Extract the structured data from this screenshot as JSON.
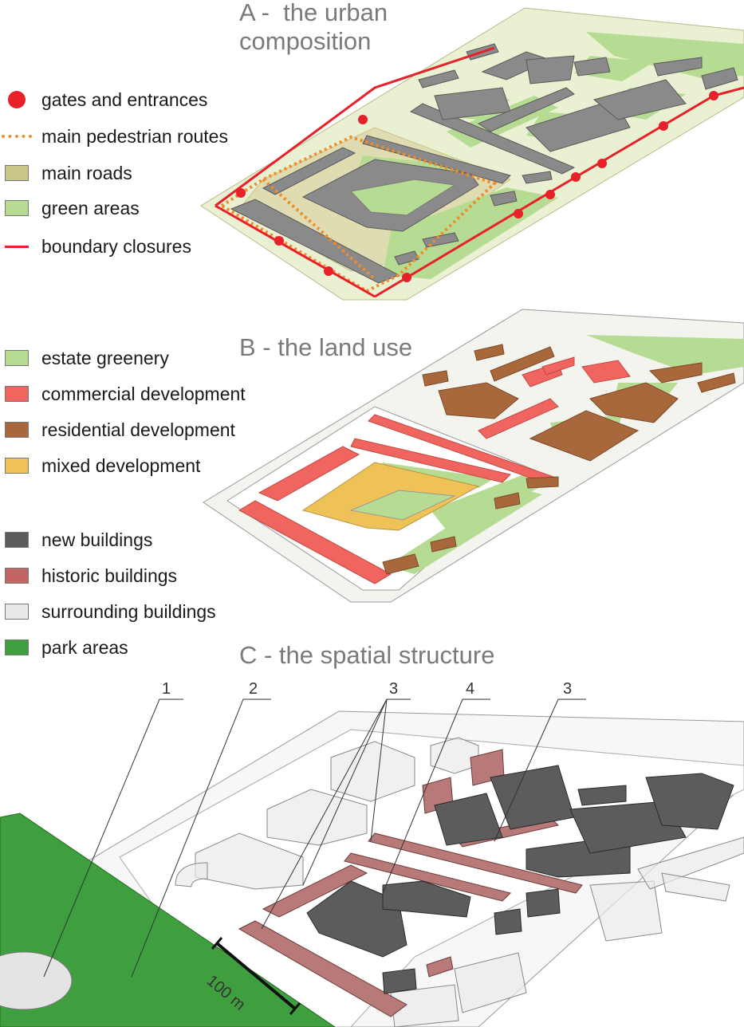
{
  "panel_a": {
    "title": "A -  the urban\ncomposition",
    "legend": [
      {
        "label": "gates and entrances",
        "kind": "dot",
        "color": "#e8202a"
      },
      {
        "label": "main pedestrian routes",
        "kind": "dash",
        "color": "#f08c2a"
      },
      {
        "label": "main roads",
        "kind": "swatch",
        "color": "#c9c68a"
      },
      {
        "label": "green areas",
        "kind": "swatch",
        "color": "#b6db92"
      },
      {
        "label": "boundary closures",
        "kind": "line",
        "color": "#e8202a"
      }
    ]
  },
  "panel_b": {
    "title": "B - the land use",
    "legend": [
      {
        "label": "estate greenery",
        "color": "#b6db92"
      },
      {
        "label": "commercial development",
        "color": "#f0655f"
      },
      {
        "label": "residential development",
        "color": "#a9683b"
      },
      {
        "label": "mixed development",
        "color": "#efc257"
      }
    ]
  },
  "panel_c": {
    "title": "C - the spatial structure",
    "legend": [
      {
        "label": "new buildings",
        "color": "#5c5c5c"
      },
      {
        "label": "historic buildings",
        "color": "#c46565"
      },
      {
        "label": "surrounding buildings",
        "color": "#e9e9e9"
      },
      {
        "label": "park areas",
        "color": "#3f9f3f"
      }
    ],
    "callouts": [
      "1",
      "2",
      "3",
      "4",
      "3"
    ],
    "scale_label": "100 m"
  }
}
